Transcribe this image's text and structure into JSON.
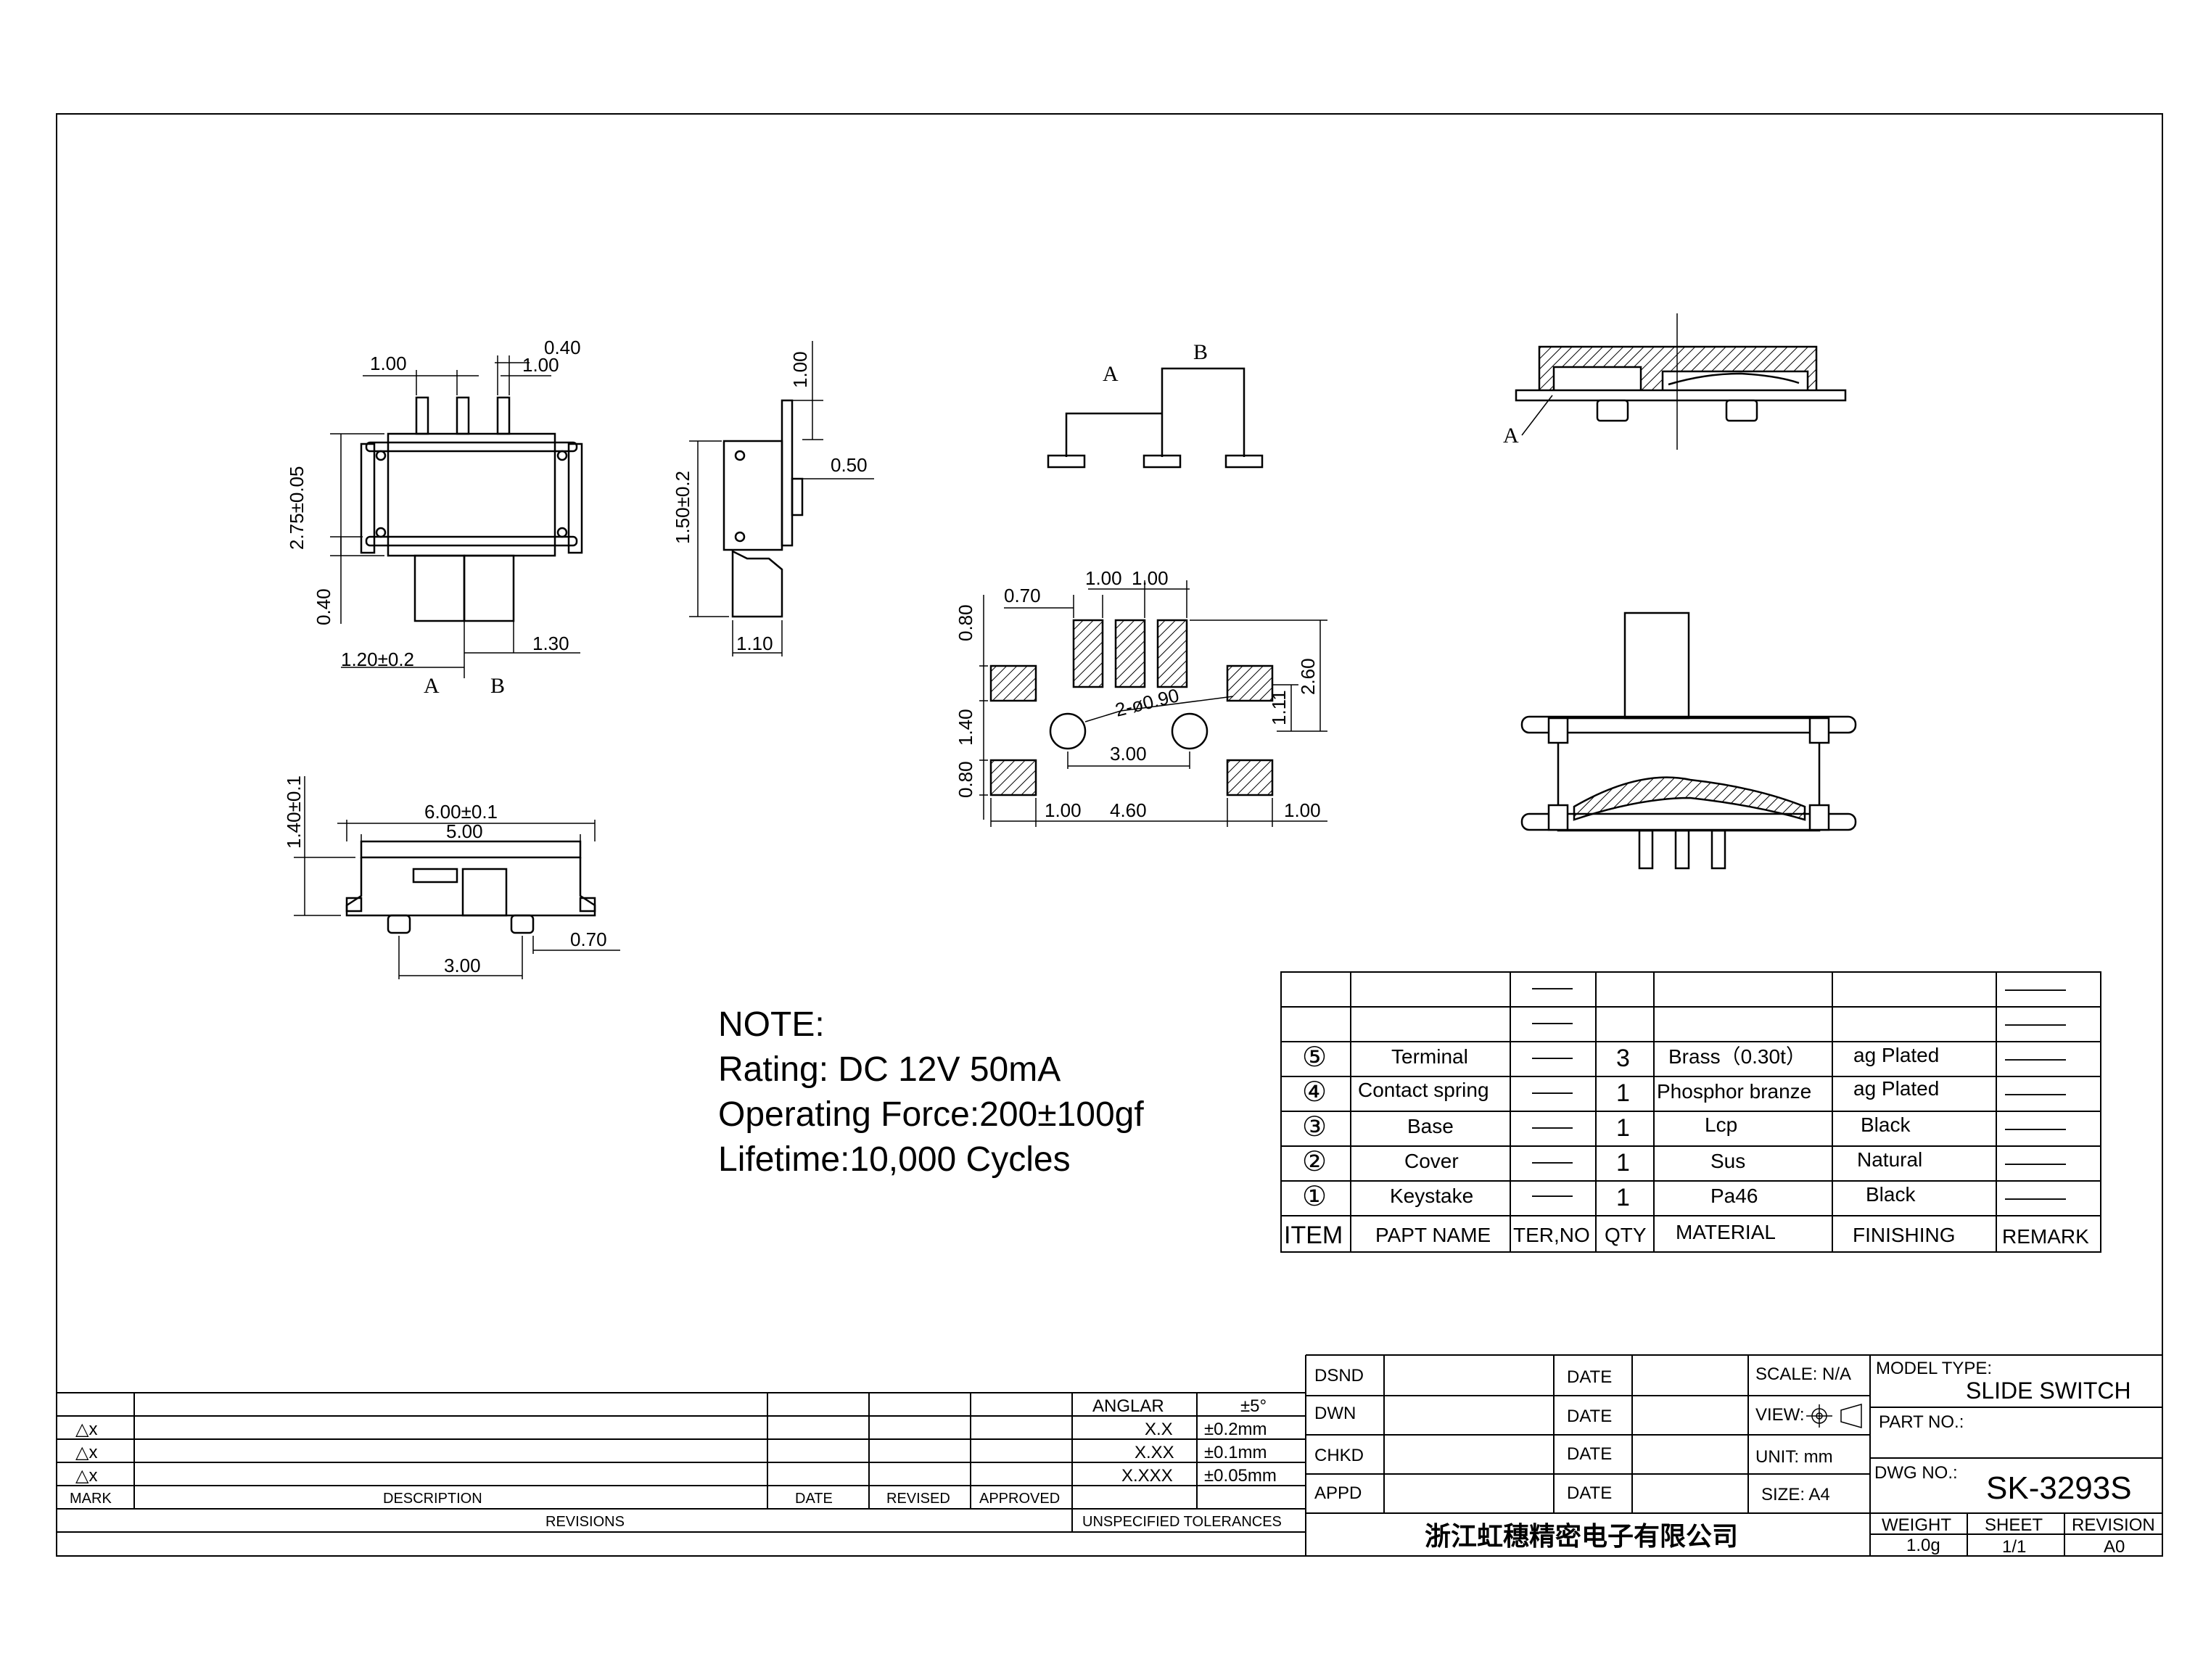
{
  "drawing": {
    "dims_top": {
      "d100a": "1.00",
      "d040": "0.40",
      "d100b": "1.00",
      "d275": "2.75±0.05",
      "d040b": "0.40",
      "d120": "1.20±0.2",
      "d130": "1.30",
      "label_a": "A",
      "label_b": "B"
    },
    "dims_side": {
      "d100": "1.00",
      "d150": "1.50±0.2",
      "d050": "0.50",
      "d110": "1.10"
    },
    "schematic": {
      "label_a": "A",
      "label_b": "B"
    },
    "section_label": "A",
    "dims_pad": {
      "d070": "0.70",
      "d100a": "1.00",
      "d100b": "1.00",
      "d080a": "0.80",
      "d140": "1.40",
      "d080b": "0.80",
      "d260": "2.60",
      "d111": "1.11",
      "hole": "2-ø0.90",
      "d300": "3.00",
      "d100c": "1.00",
      "d460": "4.60",
      "d100d": "1.00"
    },
    "dims_front": {
      "d140": "1.40±0.1",
      "d600": "6.00±0.1",
      "d500": "5.00",
      "d300": "3.00",
      "d070": "0.70"
    }
  },
  "notes": {
    "title": "NOTE:",
    "rating": "Rating: DC 12V  50mA",
    "force": "Operating Force:200±100gf",
    "lifetime": "Lifetime:10,000 Cycles"
  },
  "bom": {
    "headers": [
      "ITEM",
      "PAPT NAME",
      "TER,NO",
      "QTY",
      "MATERIAL",
      "FINISHING",
      "REMARK"
    ],
    "rows": [
      {
        "item": "⑤",
        "name": "Terminal",
        "ter": "——",
        "qty": "3",
        "material": "Brass（0.30t）",
        "finishing": "ag Plated",
        "remark": "———"
      },
      {
        "item": "④",
        "name": "Contact spring",
        "ter": "——",
        "qty": "1",
        "material": "Phosphor branze",
        "finishing": "ag Plated",
        "remark": "———"
      },
      {
        "item": "③",
        "name": "Base",
        "ter": "——",
        "qty": "1",
        "material": "Lcp",
        "finishing": "Black",
        "remark": "———"
      },
      {
        "item": "②",
        "name": "Cover",
        "ter": "——",
        "qty": "1",
        "material": "Sus",
        "finishing": "Natural",
        "remark": "———"
      },
      {
        "item": "①",
        "name": "Keystake",
        "ter": "——",
        "qty": "1",
        "material": "Pa46",
        "finishing": "Black",
        "remark": "———"
      }
    ],
    "blank_ter": "——",
    "blank_remark": "———"
  },
  "revisions": {
    "marks": [
      "△x",
      "△x",
      "△x"
    ],
    "mark_label": "MARK",
    "description_label": "DESCRIPTION",
    "date_label": "DATE",
    "revised_label": "REVISED",
    "approved_label": "APPROVED",
    "revisions_label": "REVISIONS"
  },
  "tolerances": {
    "title": "UNSPECIFIED TOLERANCES",
    "rows": [
      {
        "label": "ANGLAR",
        "value": "±5°"
      },
      {
        "label": "X.X",
        "value": "±0.2mm"
      },
      {
        "label": "X.XX",
        "value": "±0.1mm"
      },
      {
        "label": "X.XXX",
        "value": "±0.05mm"
      }
    ]
  },
  "signoff": {
    "rows": [
      {
        "role": "DSND",
        "date": "DATE",
        "info": "SCALE: N/A"
      },
      {
        "role": "DWN",
        "date": "DATE",
        "info": "VIEW:"
      },
      {
        "role": "CHKD",
        "date": "DATE",
        "info": "UNIT: mm"
      },
      {
        "role": "APPD",
        "date": "DATE",
        "info": "SIZE: A4"
      }
    ],
    "company": "浙江虹穗精密电子有限公司"
  },
  "titleblock": {
    "model_type_label": "MODEL TYPE:",
    "model_type": "SLIDE SWITCH",
    "part_no_label": "PART NO.:",
    "dwg_no_label": "DWG NO.:",
    "dwg_no": "SK-3293S",
    "weight_label": "WEIGHT",
    "weight": "1.0g",
    "sheet_label": "SHEET",
    "sheet": "1/1",
    "revision_label": "REVISION",
    "revision": "A0"
  }
}
